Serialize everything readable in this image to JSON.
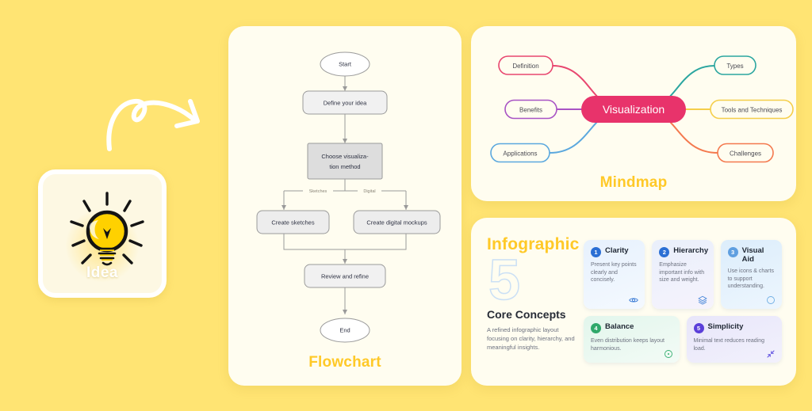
{
  "page": {
    "background_color": "#FFE473",
    "accent_yellow": "#FFC928"
  },
  "idea_card": {
    "label": "Idea",
    "icon": "lightbulb-icon",
    "card_bg": "#FDF8E3",
    "bulb_color": "#FFD100"
  },
  "arrow": {
    "icon": "curvy-arrow-icon",
    "color": "#FFFFFF"
  },
  "flowchart": {
    "title": "Flowchart",
    "nodes": [
      {
        "id": "start",
        "label": "Start",
        "shape": "ellipse",
        "fill": "#FFFFFF"
      },
      {
        "id": "define",
        "label": "Define your idea",
        "shape": "rounded",
        "fill": "#F1F1F1"
      },
      {
        "id": "choose",
        "label": "Choose visualiza-",
        "label2": "tion method",
        "shape": "rect",
        "fill": "#DDDDDD"
      },
      {
        "id": "sketches",
        "label": "Create sketches",
        "shape": "rounded",
        "fill": "#EDEDED"
      },
      {
        "id": "mockups",
        "label": "Create digital mockups",
        "shape": "rounded",
        "fill": "#EDEDED"
      },
      {
        "id": "review",
        "label": "Review and refine",
        "shape": "rounded",
        "fill": "#F1F1F1"
      },
      {
        "id": "end",
        "label": "End",
        "shape": "ellipse",
        "fill": "#FFFFFF"
      }
    ],
    "edge_labels": {
      "left": "Sketches",
      "right": "Digital"
    }
  },
  "mindmap": {
    "title": "Mindmap",
    "center": {
      "label": "Visualization",
      "fill": "#E8336B",
      "text_color": "#FFFFFF"
    },
    "branches": [
      {
        "label": "Definition",
        "side": "left",
        "color": "#E8466F"
      },
      {
        "label": "Benefits",
        "side": "left",
        "color": "#A853C4"
      },
      {
        "label": "Applications",
        "side": "left",
        "color": "#5BA8DE"
      },
      {
        "label": "Types",
        "side": "right",
        "color": "#2BA6A0"
      },
      {
        "label": "Tools and Techniques",
        "side": "right",
        "color": "#F5CE4A"
      },
      {
        "label": "Challenges",
        "side": "right",
        "color": "#F4794E"
      }
    ]
  },
  "infographic": {
    "title": "Infographic",
    "big_number": "5",
    "heading": "Core Concepts",
    "description": "A refined infographic layout focusing on clarity, hierarchy, and meaningful insights.",
    "cards": [
      {
        "number": "1",
        "title": "Clarity",
        "desc": "Present key points clearly and concisely.",
        "icon": "eye-icon",
        "badge_color": "#2B6FD4",
        "bg_from": "#E7F1FD",
        "bg_to": "#F4F9FF",
        "icon_color": "#3B7BD6"
      },
      {
        "number": "2",
        "title": "Hierarchy",
        "desc": "Emphasize important info with size and weight.",
        "icon": "layers-icon",
        "badge_color": "#2B6FD4",
        "bg_from": "#E9EFFB",
        "bg_to": "#F6F3FC",
        "icon_color": "#4A88DA"
      },
      {
        "number": "3",
        "title": "Visual Aid",
        "desc": "Use icons & charts to support understanding.",
        "icon": "circle-icon",
        "badge_color": "#5F9FE0",
        "bg_from": "#DCEDFB",
        "bg_to": "#EDF6FE",
        "icon_color": "#6FAEE4"
      },
      {
        "number": "4",
        "title": "Balance",
        "desc": "Even distribution keeps layout harmonious.",
        "icon": "target-icon",
        "badge_color": "#2FA86A",
        "bg_from": "#E2F6EC",
        "bg_to": "#F3FBF6",
        "icon_color": "#35AE70"
      },
      {
        "number": "5",
        "title": "Simplicity",
        "desc": "Minimal text reduces reading load.",
        "icon": "minimize-icon",
        "badge_color": "#5B3FD9",
        "bg_from": "#E8E6FA",
        "bg_to": "#F2F1FC",
        "icon_color": "#5B4BE0"
      }
    ]
  }
}
